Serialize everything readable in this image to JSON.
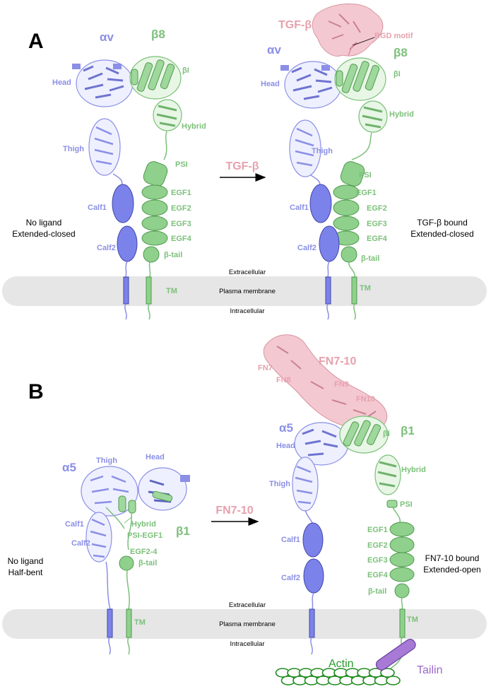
{
  "panel_a": {
    "letter": "A",
    "left": {
      "alpha_label": "αv",
      "beta_label": "β8",
      "head": "Head",
      "betaI": "βI",
      "hybrid": "Hybrid",
      "thigh": "Thigh",
      "psi": "PSI",
      "calf1": "Calf1",
      "calf2": "Calf2",
      "egf1": "EGF1",
      "egf2": "EGF2",
      "egf3": "EGF3",
      "egf4": "EGF4",
      "btail": "β-tail",
      "state_line1": "No ligand",
      "state_line2": "Extended-closed"
    },
    "arrow_label": "TGF-β",
    "right": {
      "ligand": "TGF-β",
      "rgd": "RGD motif",
      "alpha_label": "αv",
      "beta_label": "β8",
      "head": "Head",
      "betaI": "βI",
      "hybrid": "Hybrid",
      "thigh": "Thigh",
      "psi": "PSI",
      "calf1": "Calf1",
      "calf2": "Calf2",
      "egf1": "EGF1",
      "egf2": "EGF2",
      "egf3": "EGF3",
      "egf4": "EGF4",
      "btail": "β-tail",
      "tm": "TM",
      "state_line1": "TGF-β bound",
      "state_line2": "Extended-closed"
    },
    "tm": "TM",
    "membrane": {
      "extracellular": "Extracellular",
      "plasma": "Plasma membrane",
      "intracellular": "Intracellular"
    }
  },
  "panel_b": {
    "letter": "B",
    "left": {
      "alpha_label": "α5",
      "beta_label": "β1",
      "thigh": "Thigh",
      "head": "Head",
      "calf1": "Calf1",
      "calf2": "Calf2",
      "hybrid": "Hybrid",
      "psi_egf1": "PSI-EGF1",
      "egf24": "EGF2-4",
      "btail": "β-tail",
      "tm": "TM",
      "state_line1": "No ligand",
      "state_line2": "Half-bent"
    },
    "arrow_label": "FN7-10",
    "right": {
      "ligand": "FN7-10",
      "fn7": "FN7",
      "fn8": "FN8",
      "fn9": "FN9",
      "fn10": "FN10",
      "alpha_label": "α5",
      "beta_label": "β1",
      "head": "Head",
      "betaI": "βI",
      "thigh": "Thigh",
      "hybrid": "Hybrid",
      "psi": "PSI",
      "calf1": "Calf1",
      "calf2": "Calf2",
      "egf1": "EGF1",
      "egf2": "EGF2",
      "egf3": "EGF3",
      "egf4": "EGF4",
      "btail": "β-tail",
      "tm": "TM",
      "state_line1": "FN7-10 bound",
      "state_line2": "Extended-open"
    },
    "membrane": {
      "extracellular": "Extracellular",
      "plasma": "Plasma membrane",
      "intracellular": "Intracellular"
    },
    "actin": "Actin",
    "talin": "Tailin"
  },
  "colors": {
    "alpha": "#8b8fe6",
    "beta": "#7cc07a",
    "ligand": "#e7a1ad",
    "membrane": "#e6e6e6",
    "actin": "#2a9a2a",
    "talin": "#9a68c8"
  }
}
